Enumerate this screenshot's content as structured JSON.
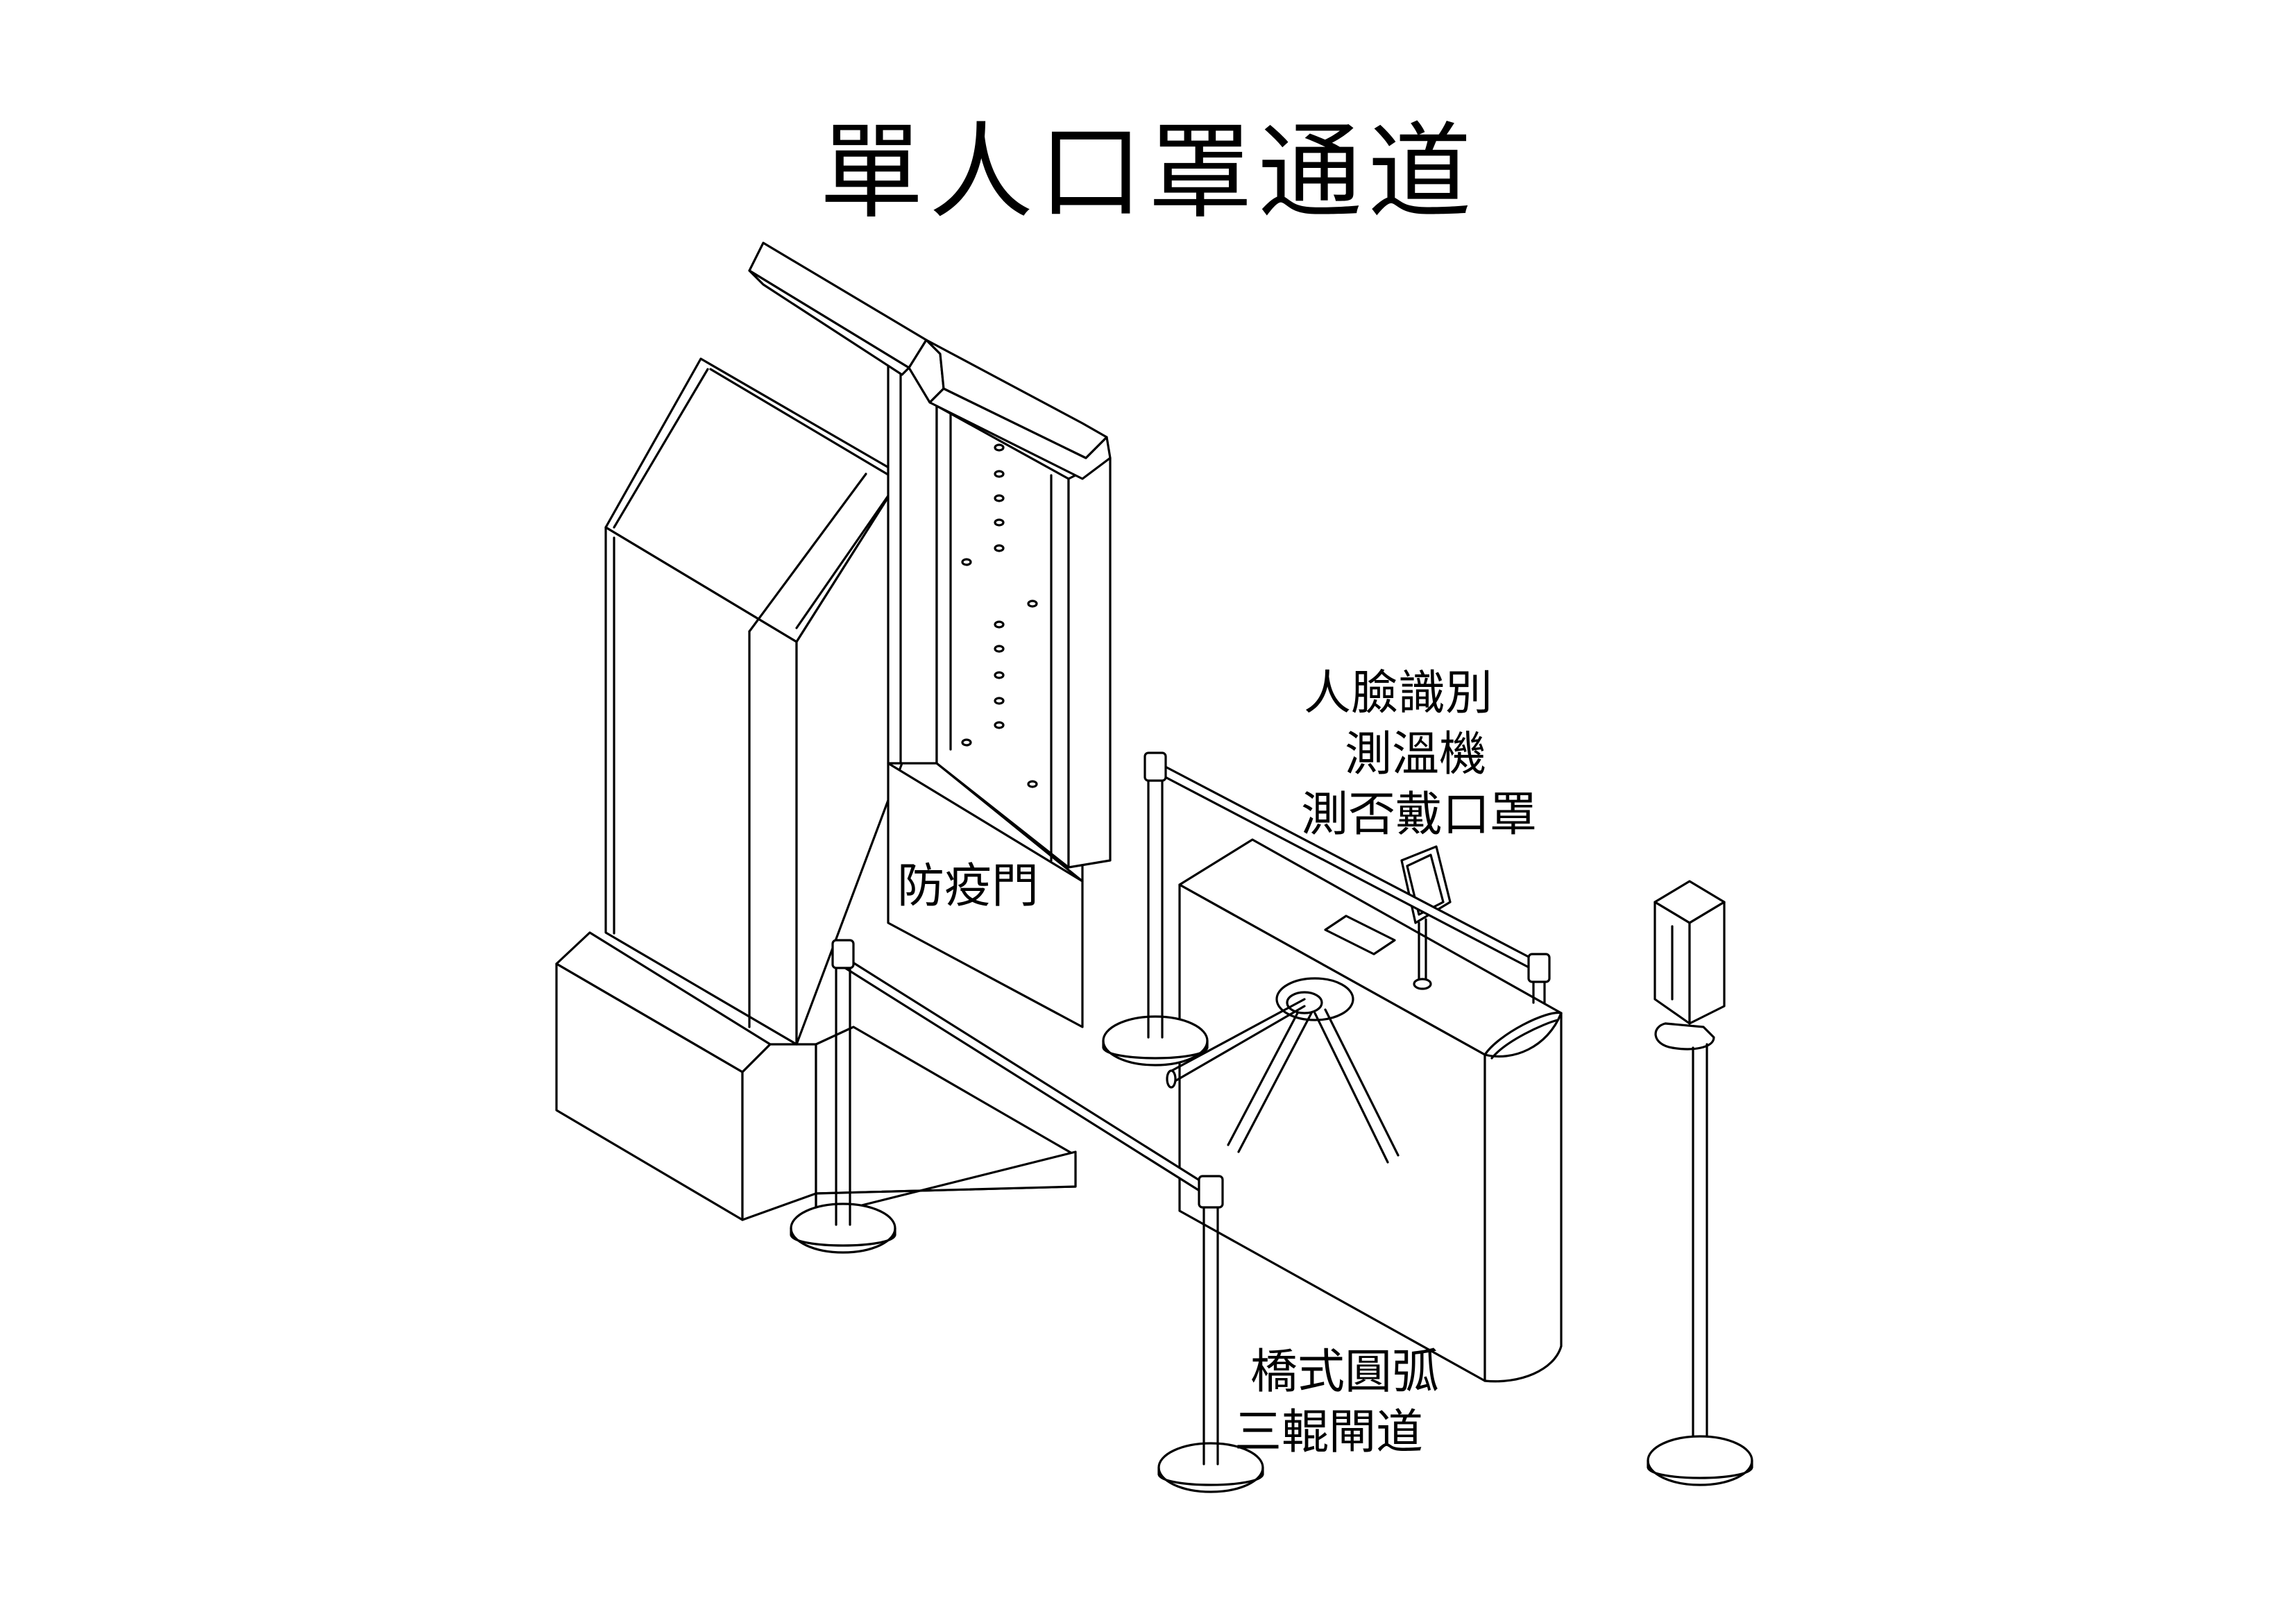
{
  "title": "單人口罩通道",
  "labels": {
    "face_recognition": [
      "人臉識別",
      "測溫機",
      "測否戴口罩"
    ],
    "sanitizing_gate": [
      "防疫門"
    ],
    "turnstile": [
      "橋式圓弧",
      "三輥閘道"
    ]
  },
  "colors": {
    "line": "#000000",
    "background": "#ffffff"
  }
}
